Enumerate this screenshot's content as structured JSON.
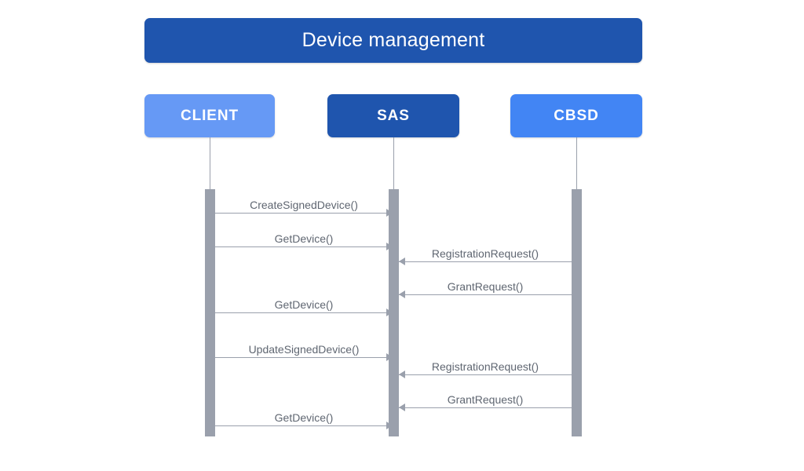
{
  "diagram": {
    "type": "sequence-diagram",
    "title": "Device management",
    "colors": {
      "title_banner": "#1F55AE",
      "client_box": "#6699F5",
      "sas_box": "#1F55AE",
      "cbsd_box": "#4285F4",
      "lifeline": "#9AA0AC",
      "activation_bar": "#9AA0AC",
      "message_line": "#9AA0AC",
      "message_label": "#5F6671",
      "background": "#FFFFFF"
    },
    "participants": [
      {
        "id": "client",
        "label": "CLIENT"
      },
      {
        "id": "sas",
        "label": "SAS"
      },
      {
        "id": "cbsd",
        "label": "CBSD"
      }
    ],
    "messages": [
      {
        "label": "CreateSignedDevice()",
        "from": "client",
        "to": "sas",
        "direction": "right"
      },
      {
        "label": "GetDevice()",
        "from": "client",
        "to": "sas",
        "direction": "right"
      },
      {
        "label": "RegistrationRequest()",
        "from": "cbsd",
        "to": "sas",
        "direction": "left"
      },
      {
        "label": "GrantRequest()",
        "from": "cbsd",
        "to": "sas",
        "direction": "left"
      },
      {
        "label": "GetDevice()",
        "from": "client",
        "to": "sas",
        "direction": "right"
      },
      {
        "label": "UpdateSignedDevice()",
        "from": "client",
        "to": "sas",
        "direction": "right"
      },
      {
        "label": "RegistrationRequest()",
        "from": "cbsd",
        "to": "sas",
        "direction": "left"
      },
      {
        "label": "GrantRequest()",
        "from": "cbsd",
        "to": "sas",
        "direction": "left"
      },
      {
        "label": "GetDevice()",
        "from": "client",
        "to": "sas",
        "direction": "right"
      }
    ]
  }
}
